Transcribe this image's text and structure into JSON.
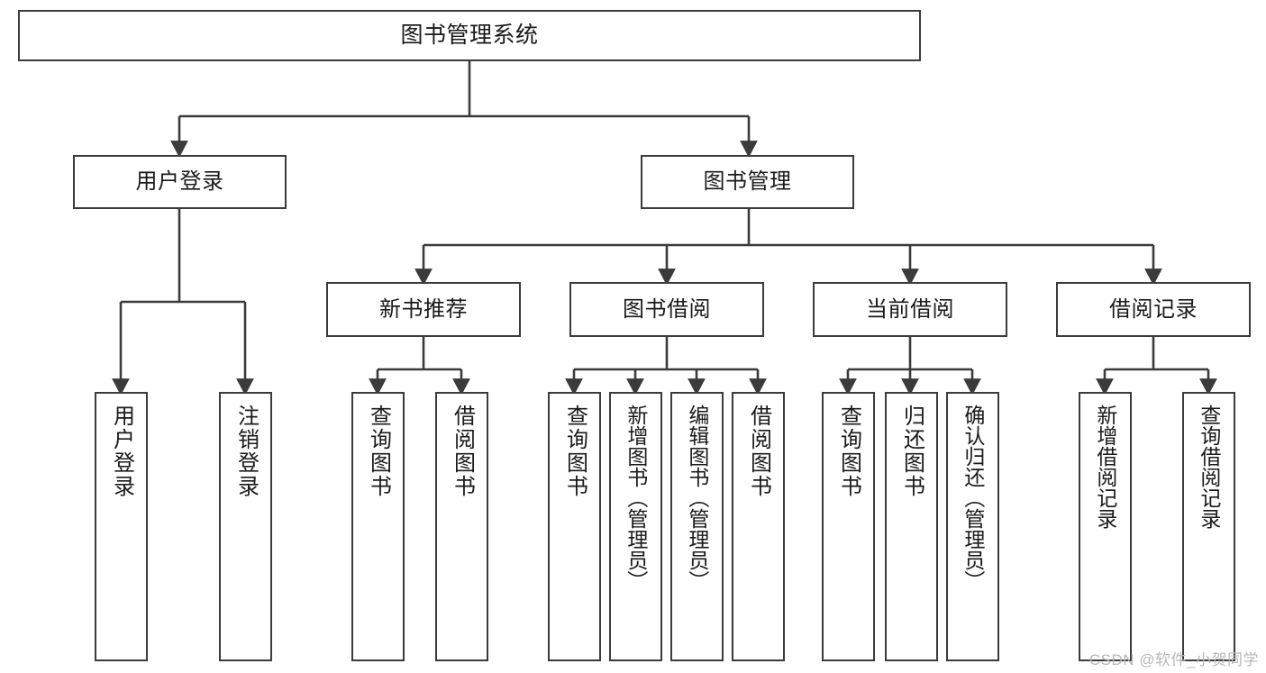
{
  "diagram": {
    "title": "图书管理系统",
    "type": "hierarchy-tree",
    "root": {
      "id": "root",
      "label": "图书管理系统"
    },
    "level1": [
      {
        "id": "user-login",
        "label": "用户登录"
      },
      {
        "id": "book-manage",
        "label": "图书管理"
      }
    ],
    "level2": [
      {
        "id": "new-book-recommend",
        "label": "新书推荐"
      },
      {
        "id": "book-borrow",
        "label": "图书借阅"
      },
      {
        "id": "current-borrow",
        "label": "当前借阅"
      },
      {
        "id": "borrow-record",
        "label": "借阅记录"
      }
    ],
    "leaves": {
      "user_login": [
        {
          "id": "leaf-user-login",
          "label": "用户登录"
        },
        {
          "id": "leaf-logout-login",
          "label": "注销登录"
        }
      ],
      "new_book_recommend": [
        {
          "id": "leaf-query-book-1",
          "label": "查询图书"
        },
        {
          "id": "leaf-borrow-book-1",
          "label": "借阅图书"
        }
      ],
      "book_borrow": [
        {
          "id": "leaf-query-book-2",
          "label": "查询图书"
        },
        {
          "id": "leaf-add-book",
          "label": "新增图书（管理员）"
        },
        {
          "id": "leaf-edit-book",
          "label": "编辑图书（管理员）"
        },
        {
          "id": "leaf-borrow-book-2",
          "label": "借阅图书"
        }
      ],
      "current_borrow": [
        {
          "id": "leaf-query-book-3",
          "label": "查询图书"
        },
        {
          "id": "leaf-return-book",
          "label": "归还图书"
        },
        {
          "id": "leaf-confirm-return",
          "label": "确认归还（管理员）"
        }
      ],
      "borrow_record": [
        {
          "id": "leaf-add-record",
          "label": "新增借阅记录"
        },
        {
          "id": "leaf-query-record",
          "label": "查询借阅记录"
        }
      ]
    }
  },
  "watermark": {
    "text": "CSDN @软件_小贺同学"
  },
  "colors": {
    "box_border": "#3b3b3b",
    "box_fill": "#ffffff",
    "connector": "#3b3b3b",
    "text": "#1a1a1a",
    "watermark": "#b8b8b8",
    "background": "#ffffff"
  }
}
